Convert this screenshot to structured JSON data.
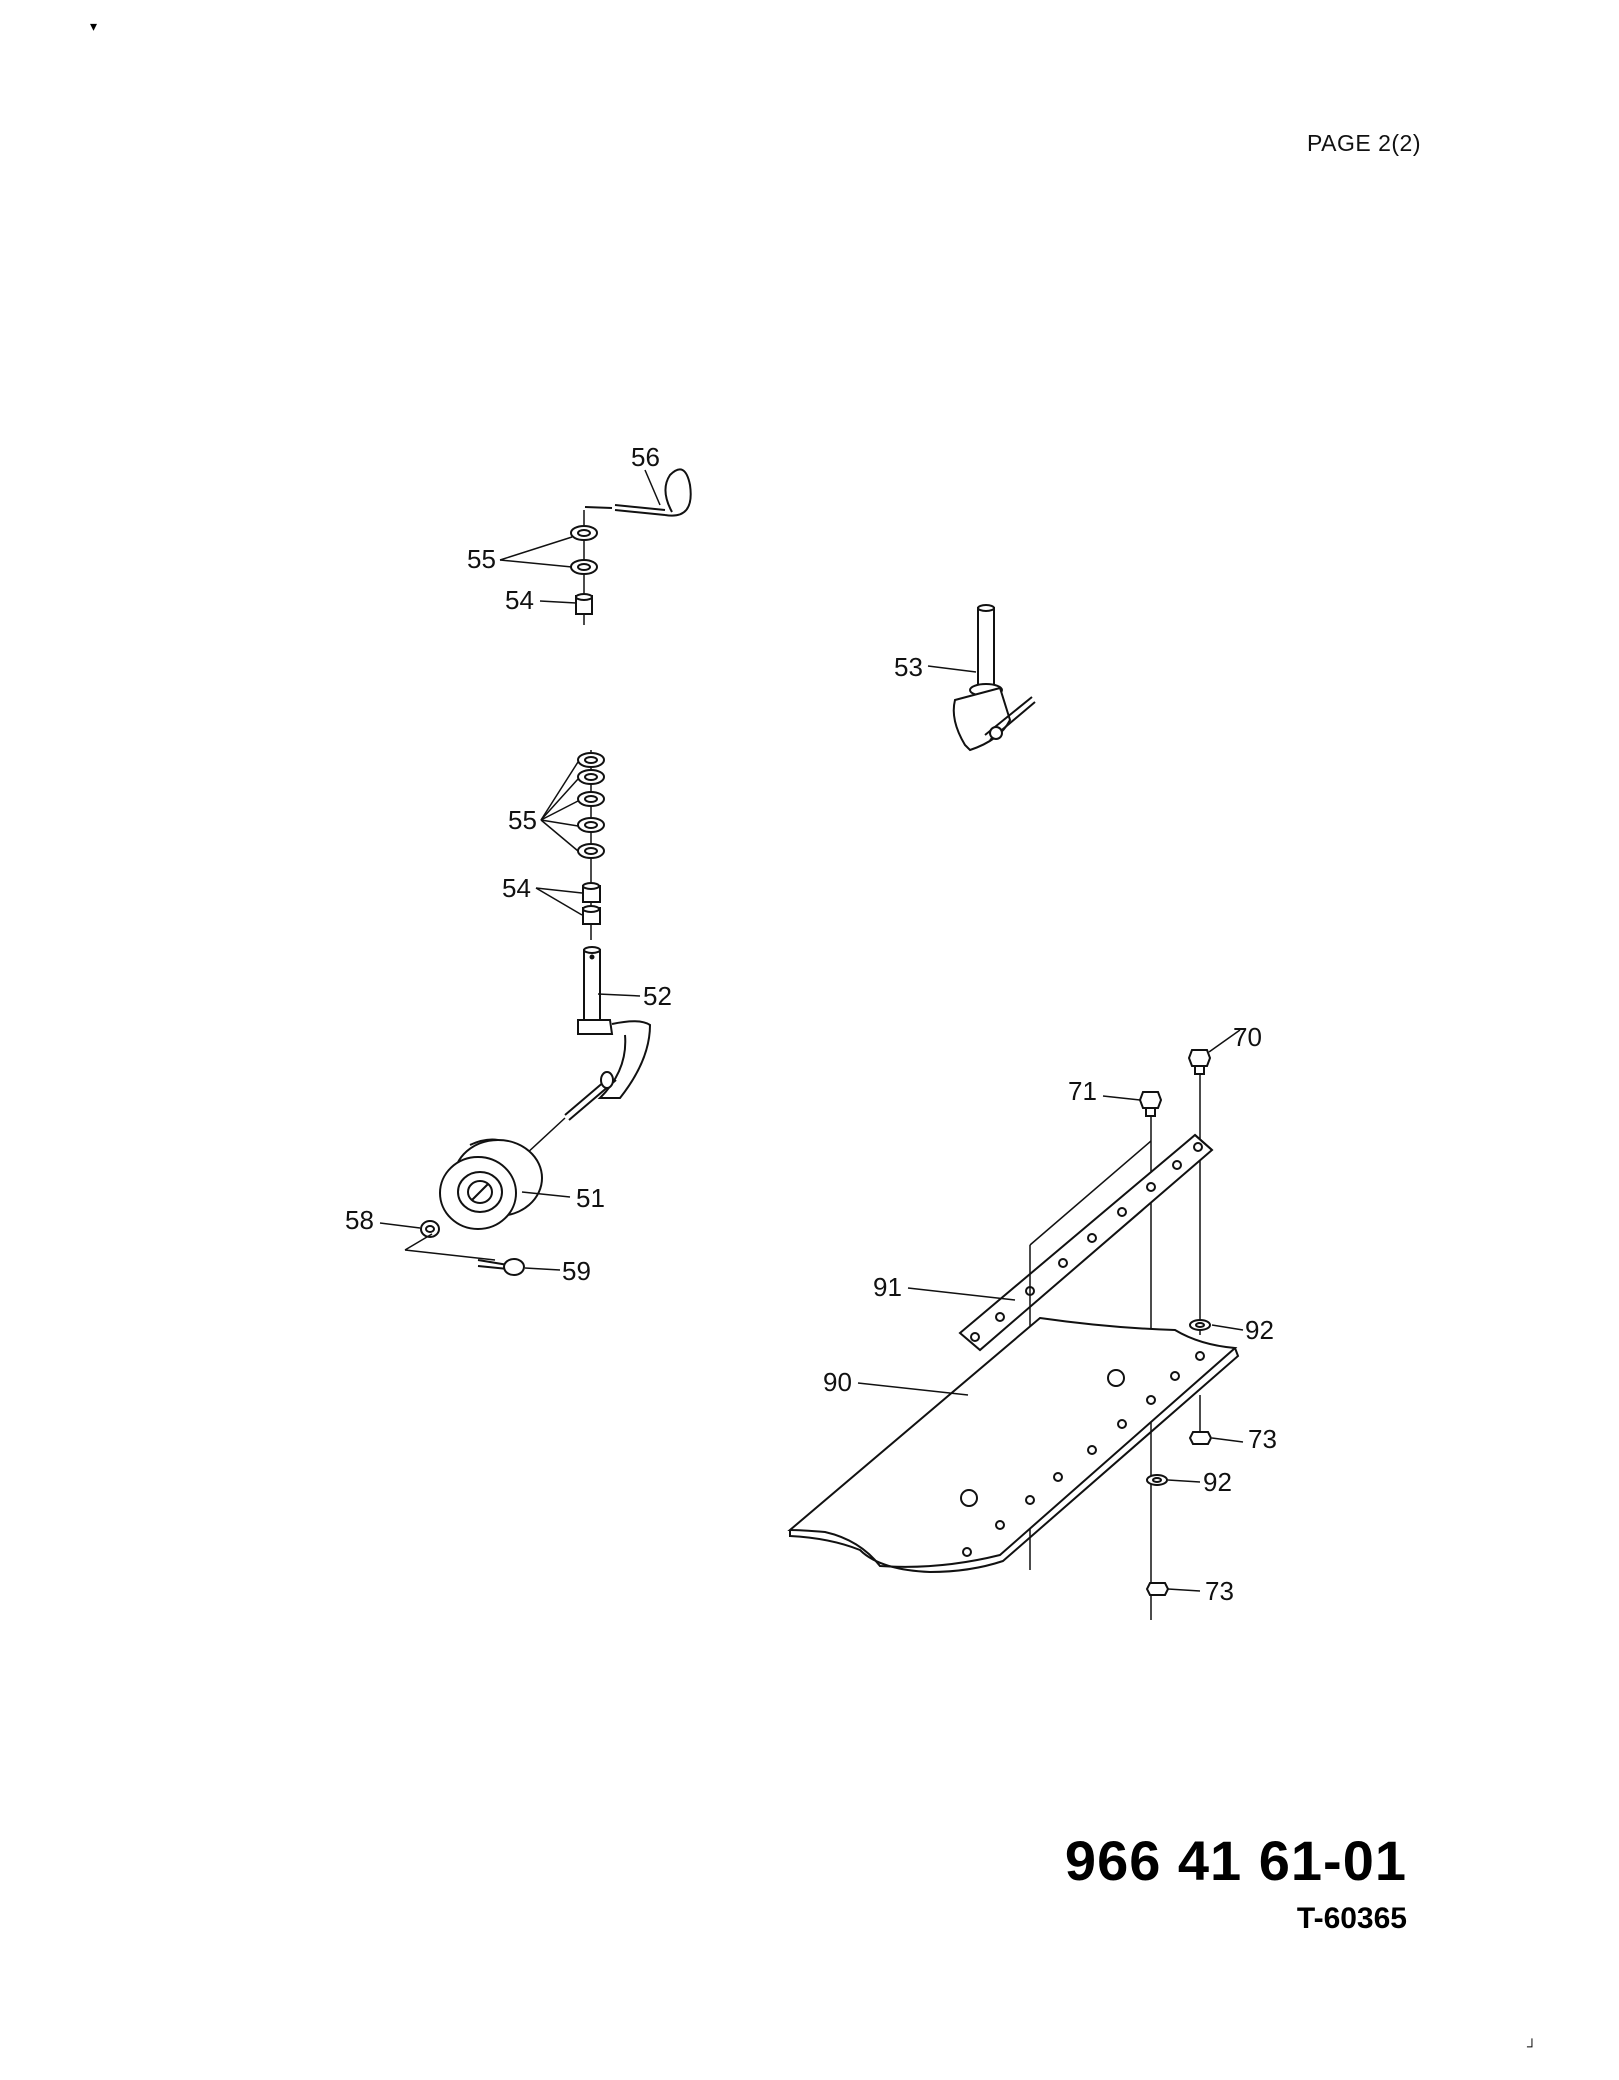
{
  "header": {
    "page": "PAGE  2(2)"
  },
  "footer": {
    "part_number": "966 41 61-01",
    "drawing_number": "T-60365"
  },
  "callouts": {
    "c56": "56",
    "c55a": "55",
    "c54a": "54",
    "c53": "53",
    "c55b": "55",
    "c54b": "54",
    "c52": "52",
    "c51": "51",
    "c58": "58",
    "c59": "59",
    "c70": "70",
    "c71": "71",
    "c91": "91",
    "c92a": "92",
    "c90": "90",
    "c73a": "73",
    "c92b": "92",
    "c73b": "73"
  }
}
